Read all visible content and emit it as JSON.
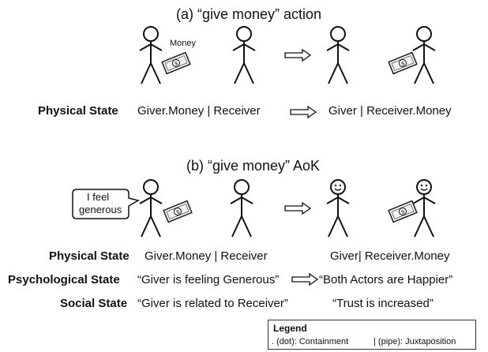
{
  "section_a": {
    "title": "(a) “give money” action",
    "money_label": "Money",
    "row_label": "Physical State",
    "before": "Giver.Money | Receiver",
    "after": "Giver | Receiver.Money"
  },
  "section_b": {
    "title": "(b) “give money” AoK",
    "speech": [
      "I feel",
      "generous"
    ],
    "physical": {
      "label": "Physical State",
      "before": "Giver.Money | Receiver",
      "after": "Giver| Receiver.Money"
    },
    "psychological": {
      "label": "Psychological State",
      "before": "“Giver is feeling Generous”",
      "after": "“Both Actors are Happier”"
    },
    "social": {
      "label": "Social State",
      "before": "“Giver is related to Receiver”",
      "after": "“Trust is increased”"
    }
  },
  "legend": {
    "title": "Legend",
    "dot": ". (dot): Containment",
    "pipe": "| (pipe): Juxtaposition"
  },
  "colors": {
    "ink": "#111111",
    "banknote": "#f4f4f4"
  },
  "icons": [
    "stick-figure",
    "banknote",
    "dollar-sign",
    "arrow-right",
    "smiley-face",
    "speech-bubble"
  ]
}
